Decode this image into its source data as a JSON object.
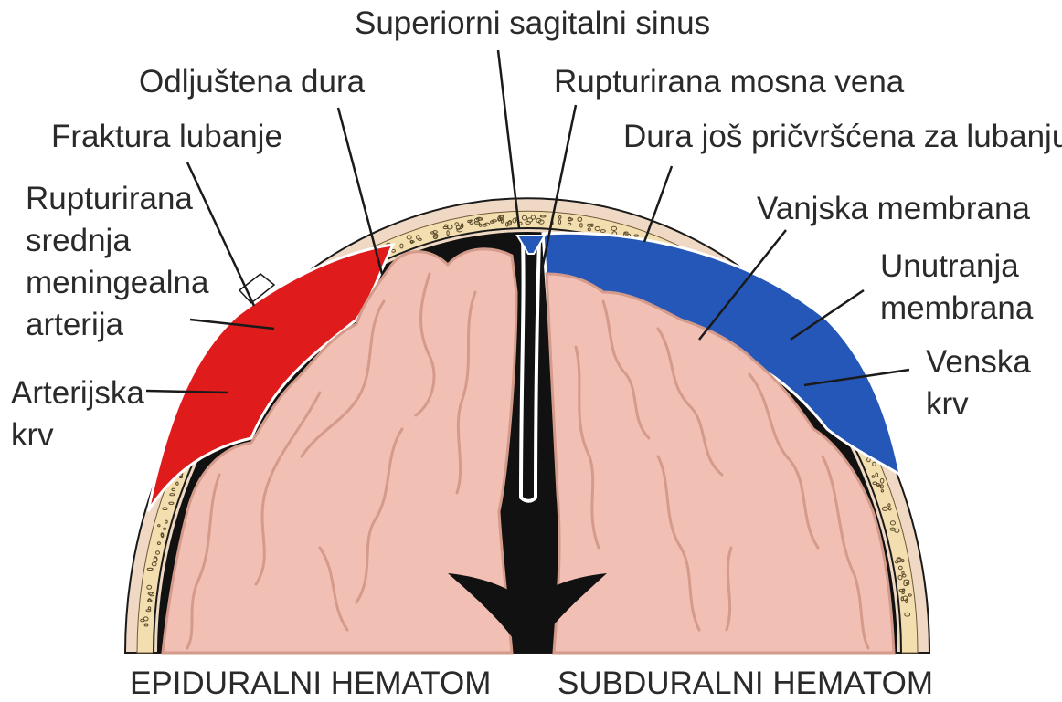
{
  "labels": {
    "superior_sagittal_sinus": "Superiorni sagitalni sinus",
    "detached_dura": "Odljuštena dura",
    "ruptured_bridging_vein": "Rupturirana mosna vena",
    "skull_fracture": "Fraktura lubanje",
    "dura_attached": "Dura još pričvršćena za lubanju",
    "ruptured_mma": [
      "Rupturirana",
      "srednja",
      "meningealna",
      "arterija"
    ],
    "outer_membrane": "Vanjska membrana",
    "inner_membrane": [
      "Unutranja",
      "membrana"
    ],
    "arterial_blood": [
      "Arterijska",
      "krv"
    ],
    "venous_blood": [
      "Venska",
      "krv"
    ]
  },
  "captions": {
    "left": "EPIDURALNI HEMATOM",
    "right": "SUBDURALNI HEMATOM"
  },
  "colors": {
    "skull_outer": "#f0d9c4",
    "diploe": "#f3deb0",
    "brain": "#f2bfb5",
    "cortex_edge": "#d49a8a",
    "sulcus_dark": "#111111",
    "arterial_blood": "#e01b1b",
    "venous_blood": "#2457b8",
    "membrane": "#ffffff"
  }
}
